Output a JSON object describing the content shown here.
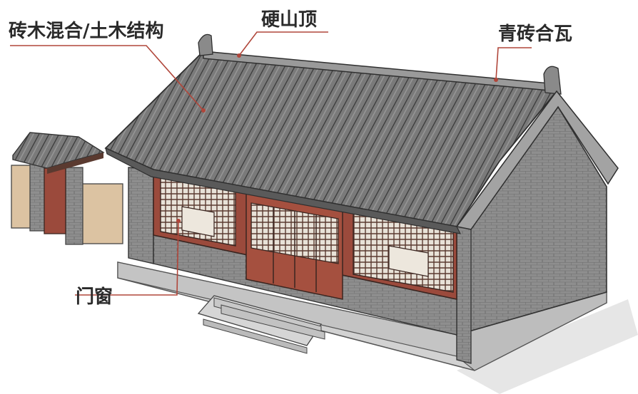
{
  "labels": {
    "structure": "砖木混合/土木结构",
    "gable_roof": "硬山顶",
    "tiles": "青砖合瓦",
    "doors_windows": "门窗"
  },
  "colors": {
    "roof_tile": "#6e6e6e",
    "brick_wall": "#8a8a8a",
    "timber_red": "#9b4a3c",
    "plaster_wall": "#dcc3a2",
    "platform": "#cfcfcf",
    "leader_line": "#b0463a"
  }
}
